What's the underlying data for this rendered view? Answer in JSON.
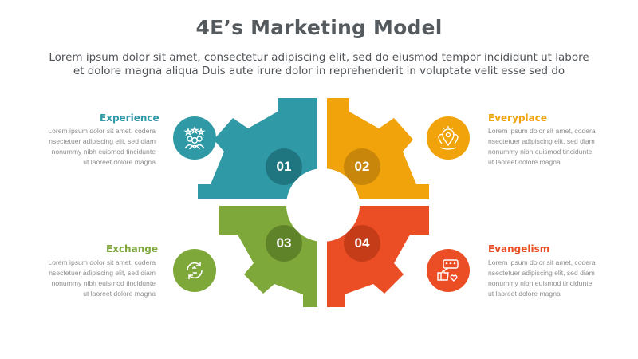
{
  "title": "4E’s Marketing Model",
  "subtitle": {
    "line1": "Lorem ipsum dolor sit amet, consectetur adipiscing elit, sed do eiusmod tempor incididunt ut labore",
    "line2": "et dolore magna aliqua Duis aute irure dolor in reprehenderit in voluptate velit esse sed do"
  },
  "items": [
    {
      "number": "01",
      "label": "Experience",
      "color": "#2f9aa5",
      "icon": "people-rating-icon",
      "text": [
        "Lorem ipsum dolor sit amet, codera",
        "nsectetuer adipiscing elit, sed diam",
        "nonummy nibh euismod tincidunte",
        "ut laoreet dolore magna"
      ]
    },
    {
      "number": "02",
      "label": "Everyplace",
      "color": "#f0a30a",
      "icon": "location-pins-icon",
      "text": [
        "Lorem ipsum dolor sit amet, codera",
        "nsectetuer adipiscing elit, sed diam",
        "nonummy nibh euismod tincidunte",
        "ut laoreet dolore magna"
      ]
    },
    {
      "number": "03",
      "label": "Exchange",
      "color": "#7fa83a",
      "icon": "exchange-arrows-icon",
      "text": [
        "Lorem ipsum dolor sit amet, codera",
        "nsectetuer adipiscing elit, sed diam",
        "nonummy nibh euismod tincidunte",
        "ut laoreet dolore magna"
      ]
    },
    {
      "number": "04",
      "label": "Evangelism",
      "color": "#eb4e24",
      "icon": "review-thumbs-up-icon",
      "text": [
        "Lorem ipsum dolor sit amet, codera",
        "nsectetuer adipiscing elit, sed diam",
        "nonummy nibh euismod tincidunte",
        "ut laoreet dolore magna"
      ]
    }
  ]
}
